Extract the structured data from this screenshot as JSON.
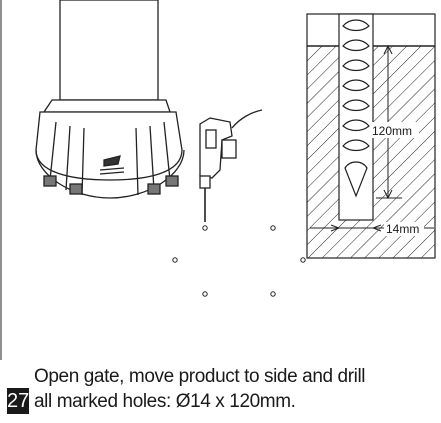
{
  "step": {
    "number": "27",
    "instruction_line1": "Open gate, move product to side and drill",
    "instruction_line2": "all marked holes: Ø14 x 120mm."
  },
  "diagram": {
    "depth_label": "120mm",
    "diameter_label": "14mm"
  }
}
